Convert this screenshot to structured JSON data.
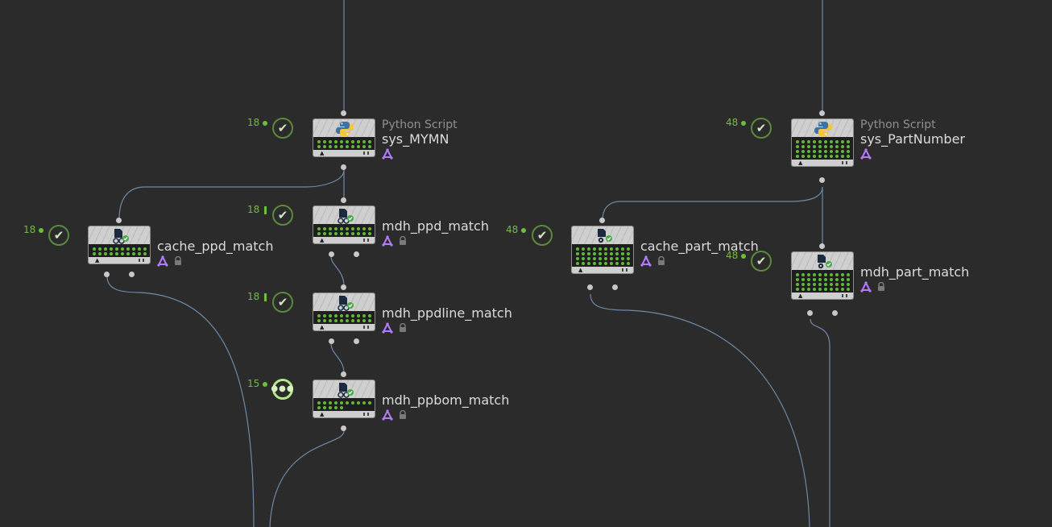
{
  "colors": {
    "background": "#2b2b2b",
    "wire": "#6f8aa8",
    "dot_green": "#63b83a",
    "count_green": "#74b84a",
    "label": "#dcdcdc",
    "type_label": "#8f8f8f",
    "badge_purple": "#b57bff"
  },
  "nodes": [
    {
      "id": "sys_mymn",
      "type_label": "Python Script",
      "name": "sys_MYMN",
      "icon": "python-icon",
      "count": "18",
      "count_marker": "dot",
      "status": "done",
      "show_lock": false
    },
    {
      "id": "mdh_ppd_match",
      "type_label": "",
      "name": "mdh_ppd_match",
      "icon": "process-icon",
      "count": "18",
      "count_marker": "bar",
      "status": "done",
      "show_lock": true
    },
    {
      "id": "cache_ppd_match",
      "type_label": "",
      "name": "cache_ppd_match",
      "icon": "process-icon",
      "count": "18",
      "count_marker": "dot",
      "status": "done",
      "show_lock": true
    },
    {
      "id": "mdh_ppdline_match",
      "type_label": "",
      "name": "mdh_ppdline_match",
      "icon": "process-icon",
      "count": "18",
      "count_marker": "bar",
      "status": "done",
      "show_lock": true
    },
    {
      "id": "mdh_ppbom_match",
      "type_label": "",
      "name": "mdh_ppbom_match",
      "icon": "process-icon",
      "count": "15",
      "count_marker": "dot",
      "status": "running",
      "show_lock": true
    },
    {
      "id": "sys_partnumber",
      "type_label": "Python Script",
      "name": "sys_PartNumber",
      "icon": "python-icon",
      "count": "48",
      "count_marker": "dot",
      "status": "done",
      "show_lock": false
    },
    {
      "id": "cache_part_match",
      "type_label": "",
      "name": "cache_part_match",
      "icon": "gear-icon",
      "count": "48",
      "count_marker": "dot",
      "status": "done",
      "show_lock": true
    },
    {
      "id": "mdh_part_match",
      "type_label": "",
      "name": "mdh_part_match",
      "icon": "gear-icon",
      "count": "48",
      "count_marker": "dot",
      "status": "done",
      "show_lock": true
    }
  ]
}
